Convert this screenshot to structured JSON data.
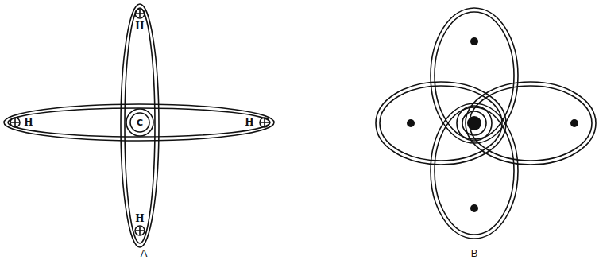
{
  "diagram": {
    "labels": [
      "H",
      "H",
      "H",
      "H",
      "C",
      "A",
      "B"
    ]
  }
}
